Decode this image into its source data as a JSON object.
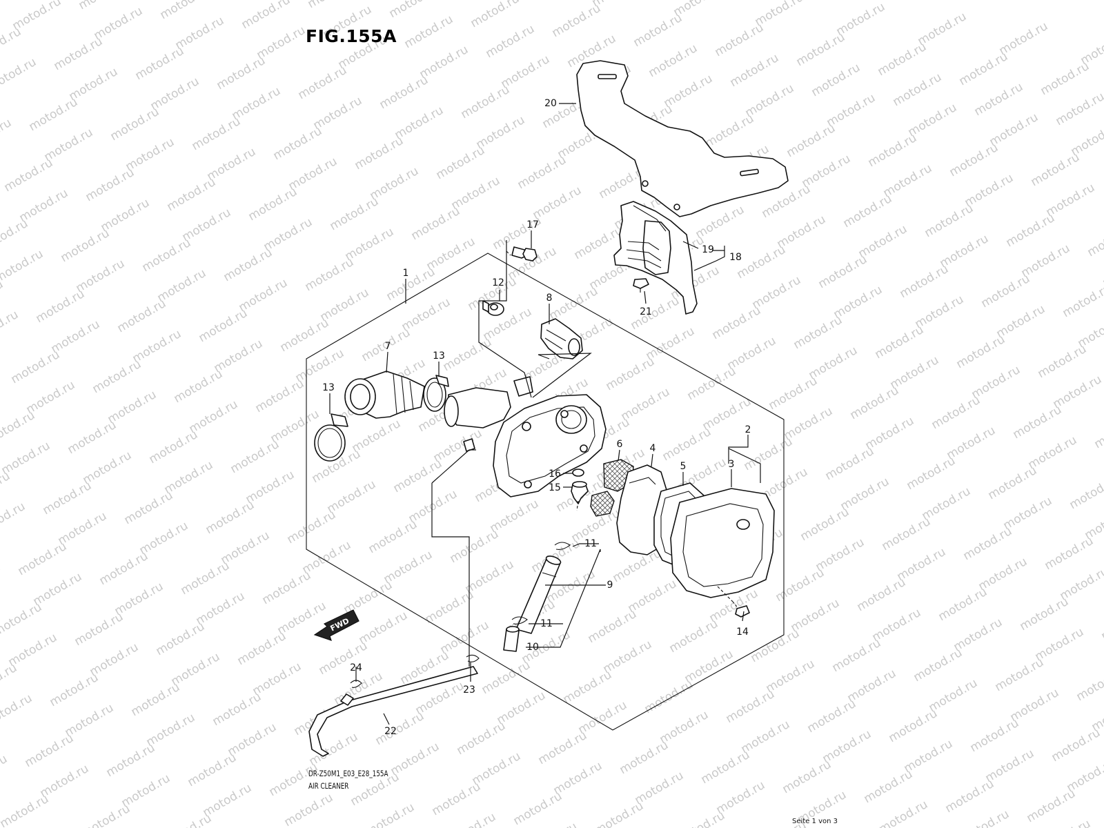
{
  "figure": {
    "title": "FIG.155A",
    "code": "DR-Z50M1_E03_E28_155A",
    "name": "AIR CLEANER",
    "page": "Seite 1 von 3",
    "watermark": "motod.ru",
    "fwd_label": "FWD"
  },
  "callouts": [
    "1",
    "2",
    "3",
    "4",
    "5",
    "6",
    "7",
    "8",
    "9",
    "10",
    "11",
    "11",
    "12",
    "13",
    "13",
    "14",
    "15",
    "16",
    "17",
    "18",
    "19",
    "20",
    "21",
    "22",
    "23",
    "24"
  ]
}
